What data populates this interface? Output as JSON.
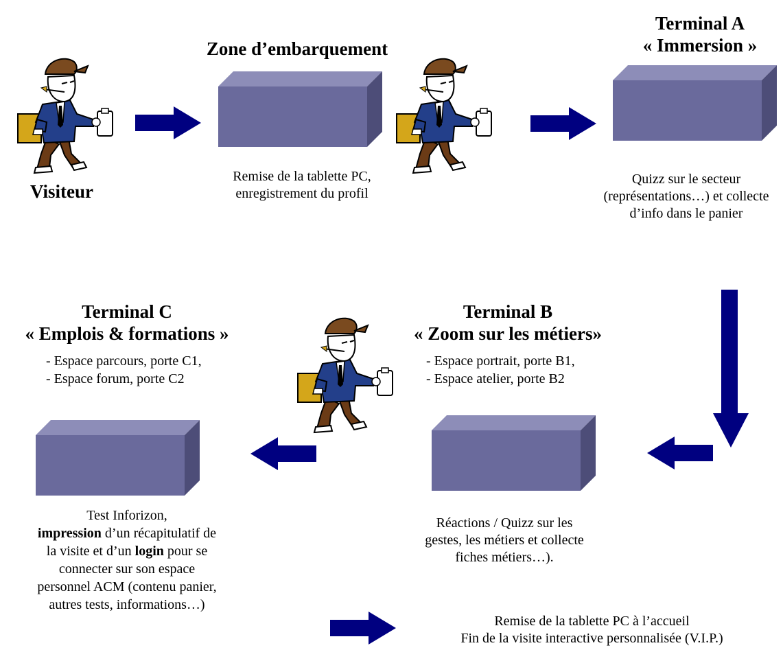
{
  "colors": {
    "arrow": "#000080",
    "box_front": "#6a6a9c",
    "box_top": "#8d8db8",
    "box_side": "#4d4d78",
    "visitor_coat": "#233f8a",
    "visitor_hat": "#7a4a1f",
    "visitor_pants": "#6b3b16",
    "visitor_folder": "#d4a61a"
  },
  "diagram": {
    "visitor": {
      "label": "Visiteur"
    },
    "boarding_zone": {
      "title": "Zone d’embarquement",
      "caption": [
        "Remise de la tablette PC,",
        "enregistrement du profil"
      ]
    },
    "terminal_a": {
      "title_line1": "Terminal A",
      "title_line2": "« Immersion »",
      "caption": [
        "Quizz sur le secteur",
        "(représentations…) et collecte",
        "d’info dans le panier"
      ]
    },
    "terminal_b": {
      "title_line1": "Terminal B",
      "title_line2": "« Zoom sur les métiers»",
      "items": [
        "- Espace portrait, porte B1,",
        "- Espace atelier, porte B2"
      ],
      "caption": [
        "Réactions / Quizz sur les",
        "gestes, les métiers et collecte",
        "fiches métiers…)."
      ]
    },
    "terminal_c": {
      "title_line1": "Terminal C",
      "title_line2": "« Emplois & formations »",
      "items": [
        "- Espace parcours, porte C1,",
        "- Espace forum, porte C2"
      ],
      "caption": {
        "line1": "Test Inforizon,",
        "bold1": "impression",
        "rest2": " d’un récapitulatif de",
        "line3_pre": "la visite et d’un ",
        "bold2": "login",
        "line3_post": " pour se",
        "line4": "connecter sur son espace",
        "line5": "personnel ACM (contenu panier,",
        "line6": "autres tests, informations…)"
      }
    },
    "end": {
      "line1": "Remise de la tablette PC à l’accueil",
      "line2": "Fin de la visite interactive personnalisée (V.I.P.)"
    }
  }
}
